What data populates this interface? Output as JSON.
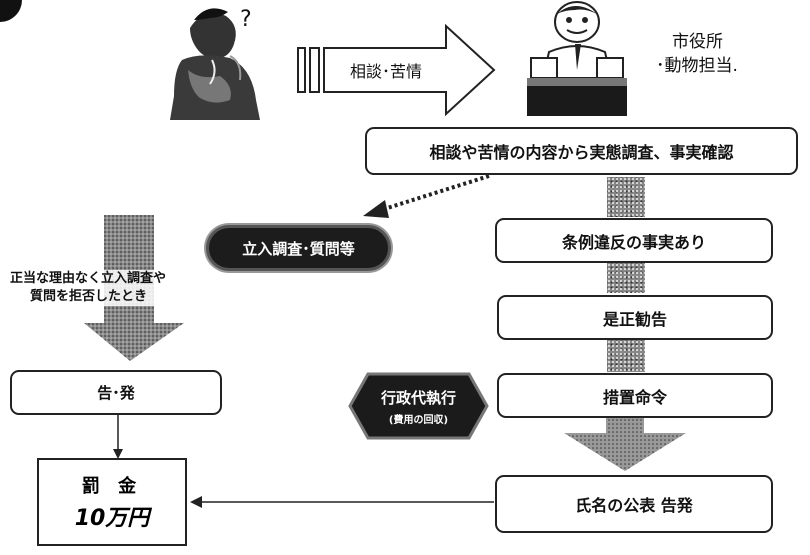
{
  "consultation_arrow_label": "相談･苦情",
  "city_hall_label": [
    "市役所",
    "･動物担当."
  ],
  "investigation_box": "相談や苦情の内容から実態調査、事実確認",
  "inspection_pill": "立入調査･質問等",
  "violation_box": "条例違反の事実あり",
  "refusal_note": [
    "正当な理由なく立入調査や",
    "質問を拒否したとき"
  ],
  "recommendation_box": "是正勧告",
  "complaint_box": "告･発",
  "order_box": "措置命令",
  "execution_badge": [
    "行政代執行",
    "(費用の回収)"
  ],
  "fine_box": [
    "罰 金",
    "10万円"
  ],
  "publication_box": "氏名の公表  告発"
}
